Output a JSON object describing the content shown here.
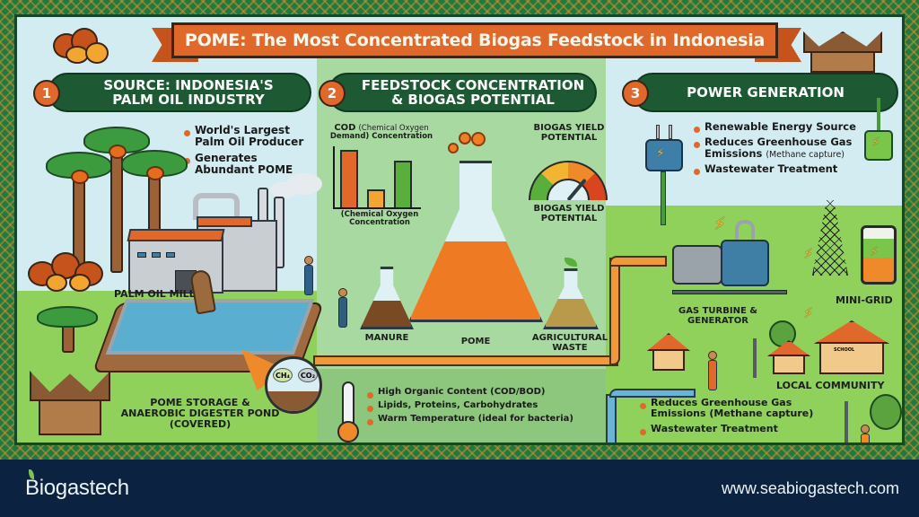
{
  "title": "POME: The Most Concentrated Biogas Feedstock in Indonesia",
  "sections": [
    {
      "number": "1",
      "heading": "SOURCE: INDONESIA'S PALM OIL INDUSTRY",
      "heading_line1": "SOURCE: INDONESIA'S",
      "heading_line2": "PALM OIL INDUSTRY",
      "bullets": [
        {
          "line1": "World's Largest",
          "line2": "Palm Oil Producer"
        },
        {
          "line1": "Generates",
          "line2": "Abundant POME"
        }
      ],
      "labels": {
        "mill": "PALM OIL MILL",
        "pond_line1": "POME STORAGE &",
        "pond_line2": "ANAEROBIC DIGESTER POND",
        "pond_line3": "(COVERED)",
        "gas1": "CH₄",
        "gas2": "CO₂"
      }
    },
    {
      "number": "2",
      "heading": "FEEDSTOCK CONCENTRATION & BIOGAS POTENTIAL",
      "heading_line1": "FEEDSTOCK CONCENTRATION",
      "heading_line2": "& BIOGAS POTENTIAL",
      "chart_title_bold": "COD",
      "chart_title_rest1": "(Chemical Oxygen",
      "chart_title_line2": "Demand) Concentration",
      "chart_caption_line1": "(Chemical Oxygen",
      "chart_caption_line2": "Concentration",
      "gauge_label_top_line1": "BIOGAS YIELD",
      "gauge_label_top_line2": "POTENTIAL",
      "gauge_label_bottom_line1": "BIOGAS YIELD",
      "gauge_label_bottom_line2": "POTENTIAL",
      "flasks": [
        "MANURE",
        "POME",
        "AGRICULTURAL WASTE"
      ],
      "flask_agri_line1": "AGRICULTURAL",
      "flask_agri_line2": "WASTE",
      "bullets": [
        "High Organic Content (COD/BOD)",
        "Lipids, Proteins, Carbohydrates",
        "Warm Temperature (ideal for bacteria)"
      ]
    },
    {
      "number": "3",
      "heading": "POWER GENERATION",
      "bullets": [
        {
          "main": "Renewable Energy Source",
          "note": ""
        },
        {
          "main": "Reduces Greenhouse Gas Emissions",
          "line1": "Reduces Greenhouse Gas",
          "line2": "Emissions",
          "note": "(Methane capture)"
        },
        {
          "main": "Wastewater Treatment",
          "note": ""
        }
      ],
      "labels": {
        "turbine_line1": "GAS TURBINE &",
        "turbine_line2": "GENERATOR",
        "minigrid": "MINI-GRID",
        "community": "LOCAL COMMUNITY",
        "school": "SCHOOL"
      },
      "lower_bullets": [
        {
          "line1": "Reduces Greenhouse Gas",
          "line2": "Emissions (Methane capture)"
        },
        {
          "line1": "Wastewater Treatment",
          "line2": ""
        }
      ]
    }
  ],
  "icons": {
    "lightning": "⚡",
    "bolt_glyph": "ϟ"
  },
  "colors": {
    "accent_orange": "#e0682a",
    "header_green": "#1d5a34",
    "footer_navy": "#0b2340",
    "sky": "#d3ecf1",
    "grass": "#8fd15a"
  },
  "footer": {
    "brand": "Biogastech",
    "website": "www.seabiogastech.com"
  },
  "chart_data": {
    "type": "bar",
    "title": "COD (Chemical Oxygen Demand) Concentration",
    "categories": [
      "POME",
      "Manure",
      "Agricultural Waste"
    ],
    "values": [
      100,
      32,
      80
    ],
    "colors": [
      "#e0682a",
      "#f2a531",
      "#5aae3c"
    ],
    "xlabel": "(Chemical Oxygen Concentration",
    "ylabel": "",
    "ylim": [
      0,
      110
    ],
    "grid": false,
    "note": "Illustrative bars without numeric axis; relative heights estimated"
  }
}
